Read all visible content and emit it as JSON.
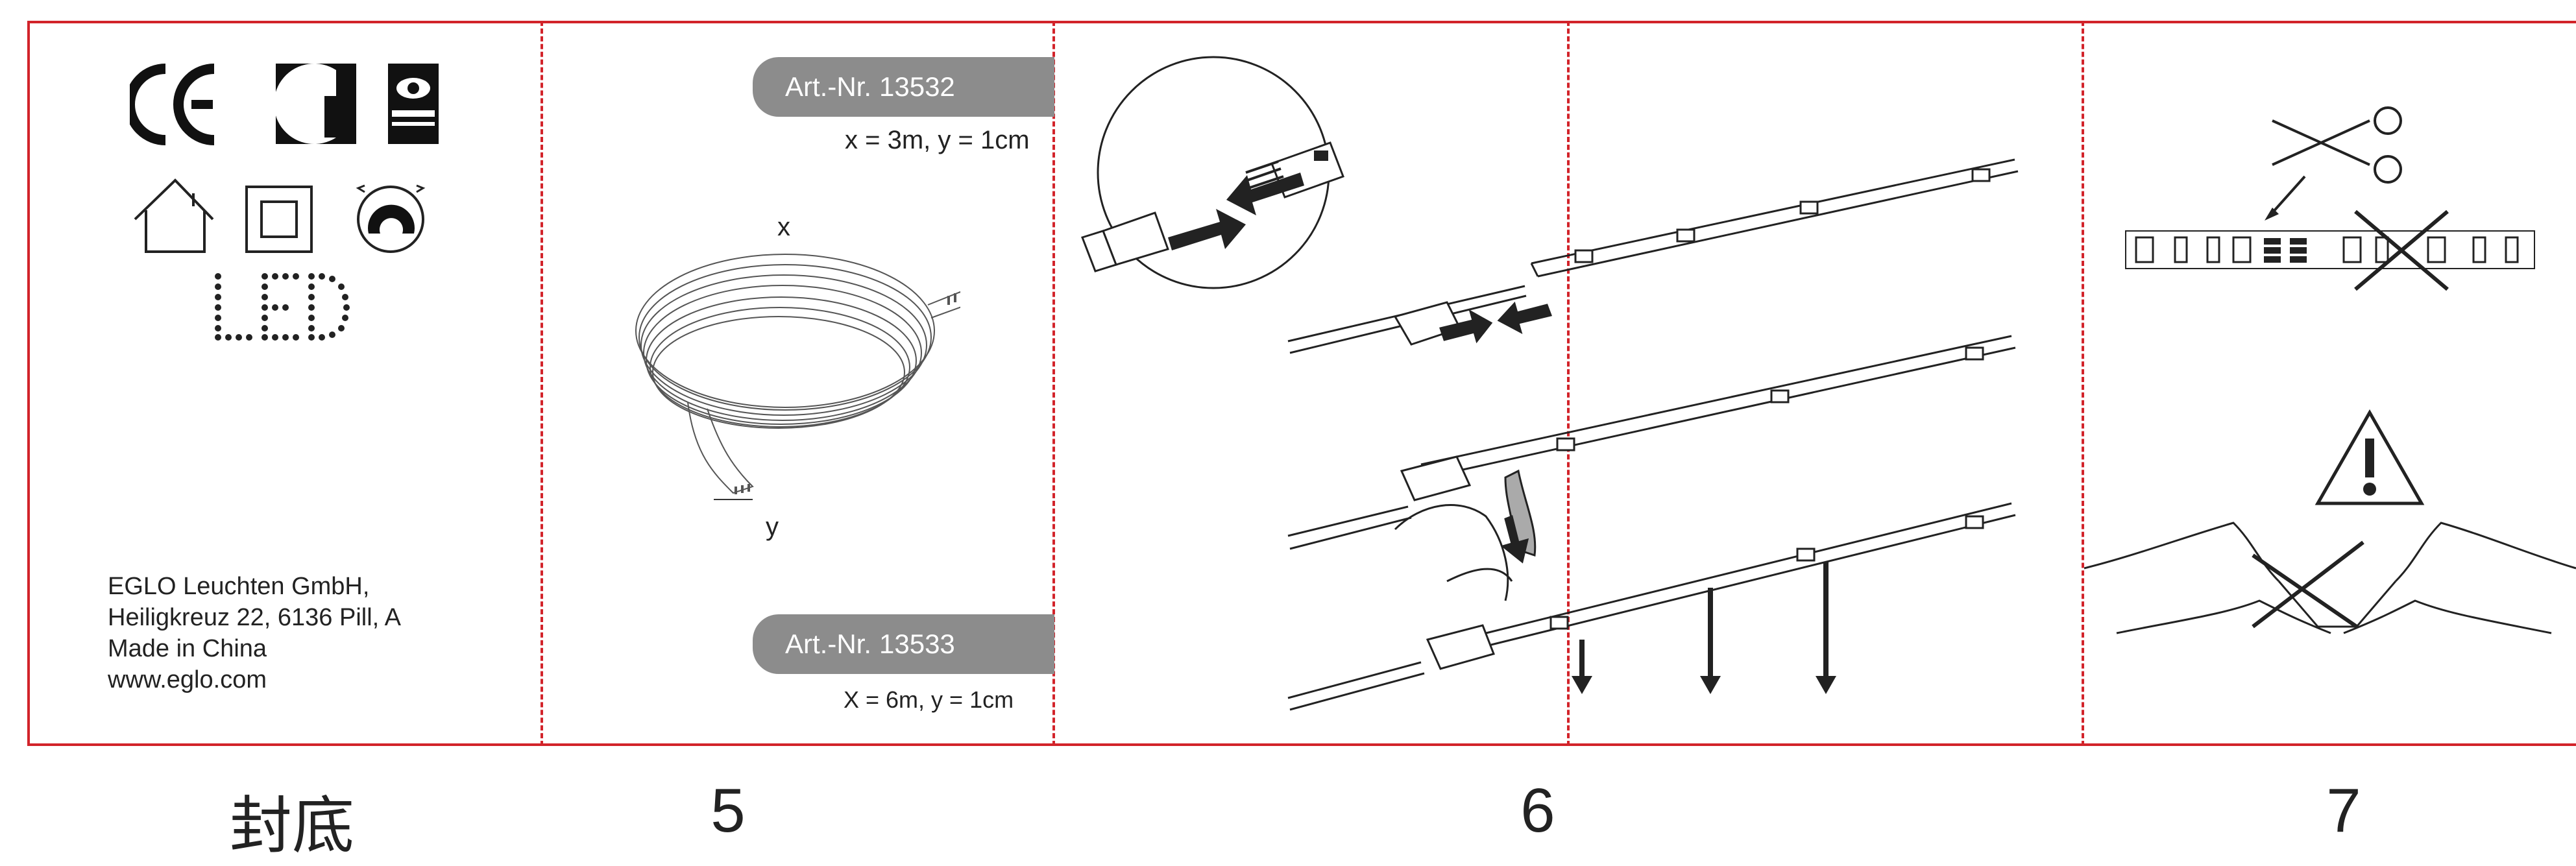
{
  "panels": {
    "back": {
      "logos": [
        "CE",
        "class-II",
        "recycling"
      ],
      "symbols": [
        "indoor-house-icon",
        "double-insulation-icon",
        "dimmable-icon"
      ],
      "led_label": "LED",
      "address": {
        "line1": "EGLO Leuchten GmbH,",
        "line2": "Heiligkreuz 22, 6136 Pill, A",
        "line3": "Made in China",
        "line4": "www.eglo.com"
      }
    },
    "five": {
      "art1": {
        "prefix": "Art.-Nr.",
        "number": "13532",
        "dims": "x = 3m, y = 1cm"
      },
      "art2": {
        "prefix": "Art.-Nr.",
        "number": "13533",
        "dims": "X = 6m, y = 1cm"
      },
      "coil_x_label": "x",
      "coil_y_label": "y"
    }
  },
  "page_numbers": {
    "back_cover": "封底",
    "p5": "5",
    "p6": "6",
    "p7": "7"
  },
  "colors": {
    "border": "#d2232a",
    "pill": "#8c8c8c"
  }
}
